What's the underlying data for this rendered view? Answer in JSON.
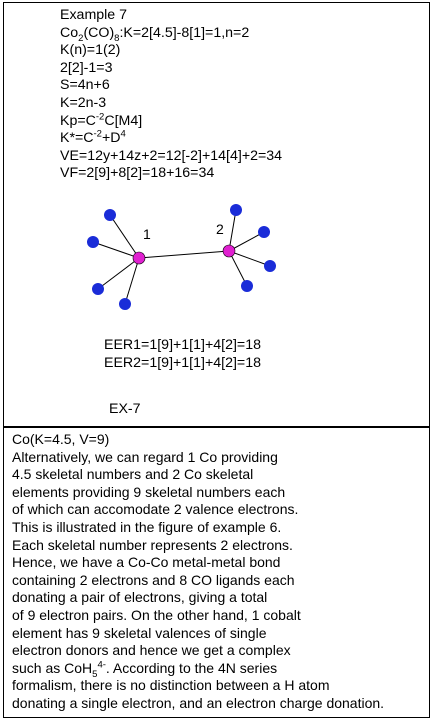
{
  "header": {
    "lines": [
      {
        "pre": "Example 7"
      },
      {
        "pre": "Co",
        "sub": "2",
        "mid": "(CO)",
        "sub2": "8",
        "post": ":K=2[4.5]-8[1]=1,n=2"
      },
      {
        "pre": "K(n)=1(2)"
      },
      {
        "pre": "2[2]-1=3"
      },
      {
        "pre": "S=4n+6"
      },
      {
        "pre": "K=2n-3"
      },
      {
        "pre": "Kp=C",
        "sup": "-2",
        "post": "C[M4]"
      },
      {
        "pre": "K*=C",
        "sup": "-2",
        "post": "+D",
        "sup2": "4"
      },
      {
        "pre": "VE=12y+14z+2=12[-2]+14[4]+2=34"
      },
      {
        "pre": "VF=2[9]+8[2]=18+16=34"
      }
    ]
  },
  "diagram": {
    "node1_label": "1",
    "node2_label": "2",
    "metal_color": "#e020d0",
    "ligand_color": "#1a2cd8"
  },
  "eer": {
    "line1": "EER1=1[9]+1[1]+4[2]=18",
    "line2": "EER2=1[9]+1[1]+4[2]=18"
  },
  "caption": "EX-7",
  "paragraph": [
    "Co(K=4.5, V=9)",
    "Alternatively, we can regard 1 Co providing",
    "4.5 skeletal numbers and 2 Co skeletal",
    "elements providing 9 skeletal numbers each",
    "of which can accomodate 2 valence electrons.",
    "This is illustrated in the figure of example 6.",
    "Each skeletal number represents 2 electrons.",
    "Hence, we have a Co-Co metal-metal bond",
    "containing 2 electrons and 8 CO ligands each",
    "donating a pair of electrons, giving a total",
    "of 9 electron pairs. On the other hand, 1 cobalt",
    "element has 9 skeletal valences of single",
    "electron donors and hence we get a complex",
    {
      "pre": "such as CoH",
      "sub": "5",
      "sup": "4-",
      "post": ". According to the 4N series"
    },
    "formalism, there is no distinction between a H atom",
    "donating a single electron, and an electron charge donation."
  ]
}
